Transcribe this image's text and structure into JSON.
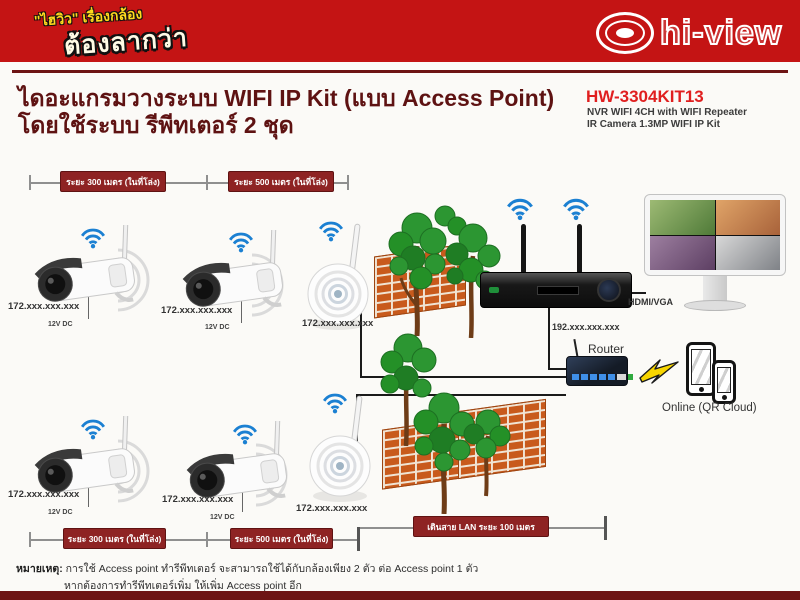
{
  "banner": {
    "tagline_line1": "\"ไฮวิว\" เรื่องกล้อง",
    "tagline_line2": "ต้องลากว่า",
    "brand": "hi-view"
  },
  "heading": {
    "title_line1": "ไดอะแกรมวางระบบ WIFI IP Kit (แบบ Access Point)",
    "title_line2": "โดยใช้ระบบ รีพีทเตอร์ 2 ชุด"
  },
  "product": {
    "model": "HW-3304KIT13",
    "spec_line1": "NVR WIFI 4CH with WIFI Repeater",
    "spec_line2": "IR Camera 1.3MP WIFI IP Kit"
  },
  "measurements": {
    "top_left": "ระยะ 300 เมตร (ในที่โล่ง)",
    "top_right": "ระยะ 500 เมตร (ในที่โล่ง)",
    "bottom_left": "ระยะ 300 เมตร (ในที่โล่ง)",
    "bottom_right": "ระยะ 500 เมตร (ในที่โล่ง)",
    "lan": "เดินสาย LAN ระยะ 100 เมตร"
  },
  "devices": {
    "camera_ip": "172.xxx.xxx.xxx",
    "camera_power": "12V DC",
    "repeater_ip": "172.xxx.xxx.xxx",
    "nvr_ip": "192.xxx.xxx.xxx",
    "router_label": "Router",
    "monitor_port": "HDMI/VGA",
    "online_label": "Online (QR Cloud)"
  },
  "note": {
    "prefix": "หมายเหตุ:",
    "line1": " การใช้ Access point ทำรีพีทเตอร์ จะสามารถใช้ได้กับกล้องเพียง 2 ตัว ต่อ Access point 1 ตัว",
    "line2": "หากต้องการทำรีพีทเตอร์เพิ่ม ให้เพิ่ม Access point อีก"
  },
  "icons": {
    "wifi": "wifi-icon",
    "signal_waves": "signal-waves-icon",
    "lightning": "lightning-icon",
    "eye_logo": "eye-logo-icon",
    "camera": "ip-camera",
    "repeater": "access-point-repeater",
    "nvr": "nvr-recorder",
    "router": "router",
    "monitor": "monitor",
    "smartphone": "smartphone",
    "tree": "tree",
    "brick_wall": "brick-wall"
  },
  "colors": {
    "banner_red": "#c41414",
    "maroon": "#6d1414",
    "title_maroon": "#5e1212",
    "model_red": "#e01f1f",
    "bar_red": "#8e2323",
    "wifi_blue": "#1b80d2",
    "tree_green": "#2c9632",
    "brick_orange": "#c85a1c",
    "router_navy": "#1c2735"
  }
}
